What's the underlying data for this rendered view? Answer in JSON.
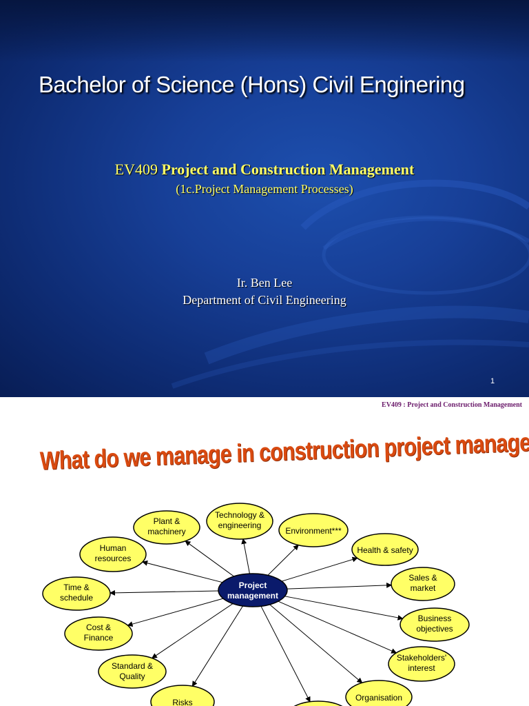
{
  "slide1": {
    "title": "Bachelor of Science (Hons) Civil Enginering",
    "course_code": "EV409",
    "course_name": "Project  and Construction  Management",
    "subtitle": "(1c.Project Management Processes)",
    "author": "Ir. Ben Lee",
    "department": "Department of Civil Engineering",
    "page_number": "1"
  },
  "slide2": {
    "header": "EV409 : Project  and Construction Management",
    "title": "What do we manage in construction project management?",
    "center": {
      "line1": "Project",
      "line2": "management"
    },
    "nodes": [
      {
        "id": "plant",
        "line1": "Plant &",
        "line2": "machinery"
      },
      {
        "id": "technology",
        "line1": "Technology &",
        "line2": "engineering"
      },
      {
        "id": "environment",
        "line1": "Environment***",
        "line2": ""
      },
      {
        "id": "health",
        "line1": "Health & safety",
        "line2": ""
      },
      {
        "id": "sales",
        "line1": "Sales &",
        "line2": "market"
      },
      {
        "id": "business",
        "line1": "Business",
        "line2": "objectives"
      },
      {
        "id": "stakeholders",
        "line1": "Stakeholders'",
        "line2": "interest"
      },
      {
        "id": "organisation",
        "line1": "Organisation",
        "line2": ""
      },
      {
        "id": "human",
        "line1": "Human",
        "line2": "resources"
      },
      {
        "id": "time",
        "line1": "Time &",
        "line2": "schedule"
      },
      {
        "id": "cost",
        "line1": "Cost &",
        "line2": "Finance"
      },
      {
        "id": "standard",
        "line1": "Standard &",
        "line2": "Quality"
      },
      {
        "id": "risks",
        "line1": "Risks",
        "line2": ""
      }
    ]
  }
}
